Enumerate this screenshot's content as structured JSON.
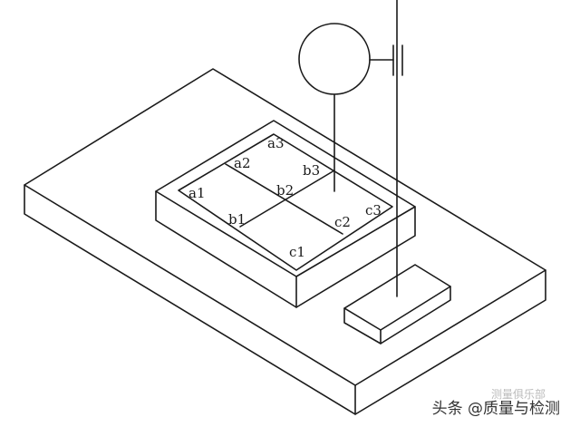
{
  "labels": {
    "a1": "a1",
    "a2": "a2",
    "a3": "a3",
    "b1": "b1",
    "b2": "b2",
    "b3": "b3",
    "c1": "c1",
    "c2": "c2",
    "c3": "c3"
  },
  "watermark": {
    "main": "头条 @质量与检测",
    "faint": "测量俱乐部"
  }
}
